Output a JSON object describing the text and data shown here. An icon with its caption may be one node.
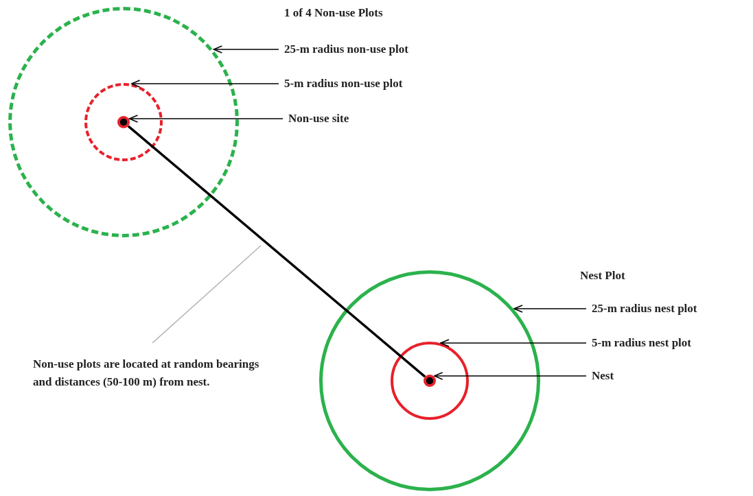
{
  "diagram": {
    "nodes": [
      {
        "text": [
          "25-m radius non-use plot"
        ]
      },
      {
        "text": [
          "5-m radius non-use plot"
        ]
      },
      {
        "text": [
          "Non-use site"
        ]
      },
      {
        "text": [],
        "shape": "circle"
      },
      {
        "text": [],
        "shape": "circle",
        "in": 3
      },
      {
        "text": [],
        "shape": "circle",
        "in": 4
      },
      {
        "text": [],
        "shape": "circle"
      },
      {
        "text": [],
        "shape": "circle",
        "in": 6
      },
      {
        "text": [],
        "shape": "circle",
        "in": 7
      },
      {
        "text": [
          "25-m radius nest plot"
        ]
      },
      {
        "text": [
          "5-m radius nest plot"
        ]
      },
      {
        "text": [
          "Nest"
        ]
      },
      {
        "text": [
          "Non-use plots are located at random bearings and distances (50-100 m) from nest."
        ]
      }
    ],
    "edges": [
      {
        "from": 0,
        "to": 3,
        "arrow": "to"
      },
      {
        "from": 1,
        "to": 4,
        "arrow": "to"
      },
      {
        "from": 2,
        "to": 5,
        "arrow": "to"
      },
      {
        "from": 5,
        "to": 8,
        "arrow": "none",
        "style": "thick"
      },
      {
        "from": 9,
        "to": 6,
        "arrow": "to"
      },
      {
        "from": 10,
        "to": 7,
        "arrow": "to"
      },
      {
        "from": 11,
        "to": 8,
        "arrow": "to"
      },
      {
        "from": 12,
        "to": null,
        "arrow": "none",
        "color": "#b4b4b4"
      }
    ],
    "labels": [
      "1 of 4 Non-use Plots",
      "Nest Plot"
    ]
  }
}
